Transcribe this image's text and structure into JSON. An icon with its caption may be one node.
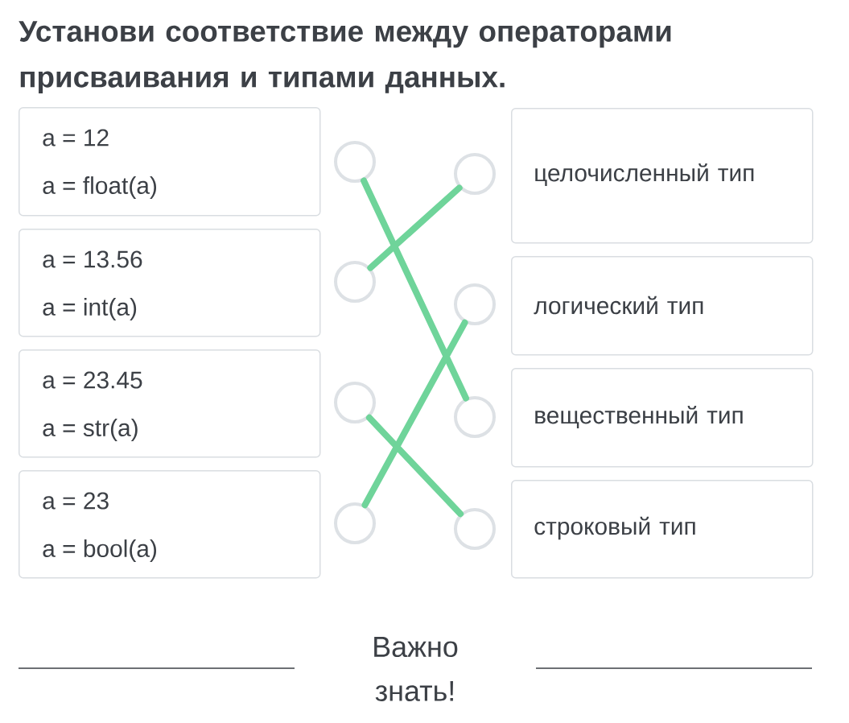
{
  "diagram": {
    "title": "Установи соответствие между операторами присваивания и типами данных.",
    "nodes": [
      {
        "text": [
          "a = 12",
          "a = float(a)"
        ]
      },
      {
        "text": [
          "a = 13.56",
          "a = int(a)"
        ]
      },
      {
        "text": [
          "a = 23.45",
          "a = str(a)"
        ]
      },
      {
        "text": [
          "a = 23",
          "a = bool(a)"
        ]
      },
      {
        "text": [
          "целочисленный тип"
        ]
      },
      {
        "text": [
          "логический тип"
        ]
      },
      {
        "text": [
          "вещественный тип"
        ]
      },
      {
        "text": [
          "строковый тип"
        ]
      },
      {
        "text": [],
        "shape": "circle"
      },
      {
        "text": [],
        "shape": "circle"
      },
      {
        "text": [],
        "shape": "circle"
      },
      {
        "text": [],
        "shape": "circle"
      },
      {
        "text": [],
        "shape": "circle"
      },
      {
        "text": [],
        "shape": "circle"
      },
      {
        "text": [],
        "shape": "circle"
      },
      {
        "text": [],
        "shape": "circle"
      }
    ],
    "edges": [
      {
        "from": 8,
        "to": 14,
        "arrow": "none"
      },
      {
        "from": 9,
        "to": 12,
        "arrow": "none"
      },
      {
        "from": 10,
        "to": 15,
        "arrow": "none"
      },
      {
        "from": 11,
        "to": 13,
        "arrow": "none"
      }
    ],
    "labels": [
      "Важно знать!"
    ]
  }
}
